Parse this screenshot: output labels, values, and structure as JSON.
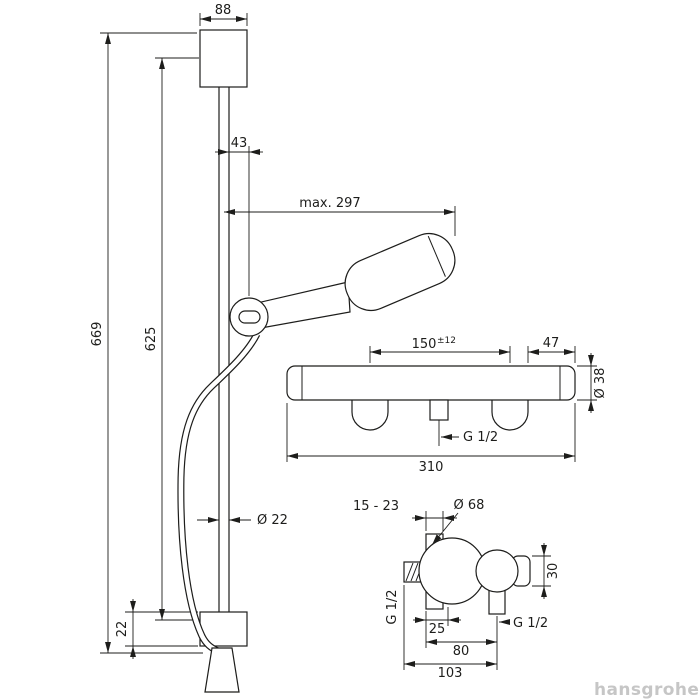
{
  "page": {
    "background_color": "#ffffff",
    "line_color": "#1d1d1b",
    "watermark": "hansgrohe",
    "watermark_color": "#c6c6c6"
  },
  "shower_rail_view": {
    "dim_bracket_width": "88",
    "dim_slider_offset": "43",
    "dim_max_reach": "max. 297",
    "dim_total_height": "669",
    "dim_mount_distance": "625",
    "dim_rail_diameter": "Ø 22",
    "dim_bottom_height": "22"
  },
  "mixer_front_view": {
    "dim_connection_centers": "150",
    "dim_connection_tolerance": "±12",
    "dim_end_offset": "47",
    "dim_total_width": "310",
    "dim_body_diameter": "Ø 38",
    "outlet_thread_label": "G 1/2"
  },
  "mixer_side_view": {
    "dim_wall_clearance": "15 - 23",
    "dim_escutcheon_diameter": "Ø 68",
    "dim_handle_width": "30",
    "inlet_thread_label": "G 1/2",
    "outlet_thread_label": "G 1/2",
    "dim_axis_to_wall": "25",
    "dim_outlet_projection": "80",
    "dim_total_projection": "103"
  }
}
